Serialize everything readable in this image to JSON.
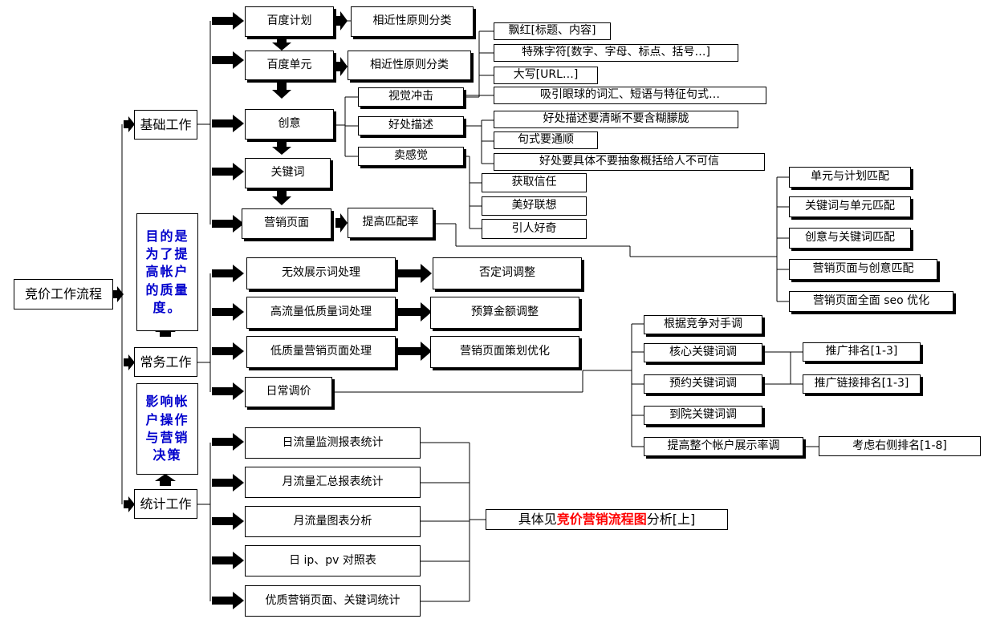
{
  "root": "竞价工作流程",
  "branches": {
    "basic": "基础工作",
    "routine": "常务工作",
    "stats": "统计工作"
  },
  "notes": {
    "quality_goal": "目的是为了提高帐户的质量度。",
    "decision_impact": "影响帐户操作与营销决策"
  },
  "basic_chain": {
    "plan": "百度计划",
    "unit": "百度单元",
    "creative": "创意",
    "keyword": "关键词",
    "landing": "营销页面",
    "plan_classify": "相近性原则分类",
    "unit_classify": "相近性原则分类",
    "match_rate": "提高匹配率"
  },
  "creative_points": {
    "visual": "视觉冲击",
    "benefit": "好处描述",
    "feeling": "卖感觉"
  },
  "visual_items": [
    "飘红[标题、内容]",
    "特殊字符[数字、字母、标点、括号…]",
    "大写[URL…]",
    "吸引眼球的词汇、短语与特征句式…"
  ],
  "benefit_items": [
    "好处描述要清晰不要含糊朦胧",
    "句式要通顺",
    "好处要具体不要抽象概括给人不可信"
  ],
  "feeling_items": [
    "获取信任",
    "美好联想",
    "引人好奇"
  ],
  "match_items": [
    "单元与计划匹配",
    "关键词与单元匹配",
    "创意与关键词匹配",
    "营销页面与创意匹配",
    "营销页面全面 seo 优化"
  ],
  "routine_items": {
    "invalid": "无效展示词处理",
    "invalid_action": "否定词调整",
    "high_traffic": "高流量低质量词处理",
    "high_traffic_action": "预算金额调整",
    "low_quality": "低质量营销页面处理",
    "low_quality_action": "营销页面策划优化",
    "daily_bid": "日常调价"
  },
  "bid_items": [
    "根据竞争对手调",
    "核心关键词调",
    "预约关键词调",
    "到院关键词调",
    "提高整个帐户展示率调"
  ],
  "rank_items": [
    "推广排名[1-3]",
    "推广链接排名[1-3]"
  ],
  "right_rank": "考虑右侧排名[1-8]",
  "stats_items": [
    "日流量监测报表统计",
    "月流量汇总报表统计",
    "月流量图表分析",
    "日 ip、pv 对照表",
    "优质营销页面、关键词统计"
  ],
  "stats_ref": {
    "prefix": "具体见",
    "highlight": "竞价营销流程图",
    "suffix": "分析[上]"
  }
}
